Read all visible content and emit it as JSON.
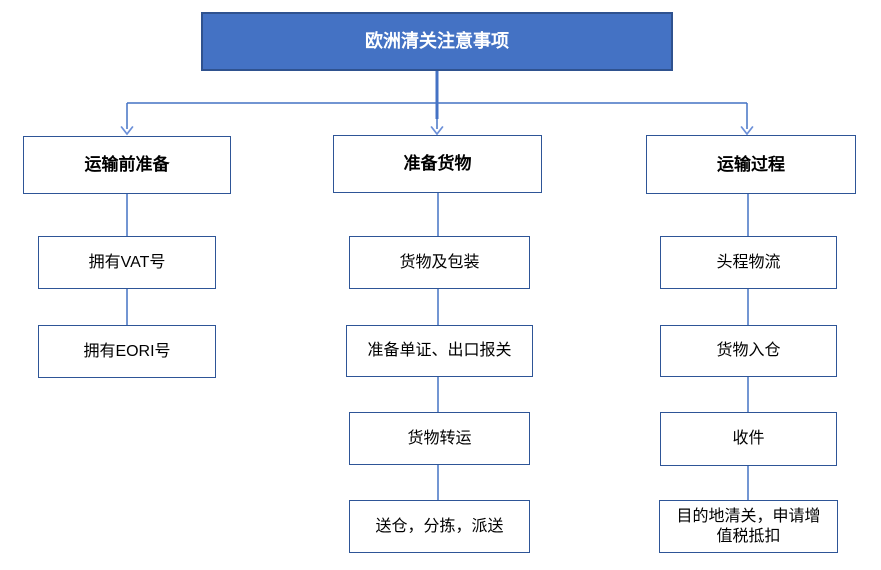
{
  "diagram": {
    "title": "欧洲清关注意事项",
    "columns": [
      {
        "header": "运输前准备",
        "items": [
          "拥有VAT号",
          "拥有EORI号"
        ]
      },
      {
        "header": "准备货物",
        "items": [
          "货物及包装",
          "准备单证、出口报关",
          "货物转运",
          "送仓，分拣，派送"
        ]
      },
      {
        "header": "运输过程",
        "items": [
          "头程物流",
          "货物入仓",
          "收件",
          "目的地清关，申请增值税抵扣"
        ]
      }
    ],
    "colors": {
      "title_fill": "#4472C4",
      "title_border": "#2F528F",
      "title_text": "#FFFFFF",
      "box_fill": "#FFFFFF",
      "box_border": "#2E5597",
      "connector": "#4472C4",
      "arrowhead": "#6B8FD8",
      "text": "#000000",
      "background": "#FFFFFF"
    }
  }
}
